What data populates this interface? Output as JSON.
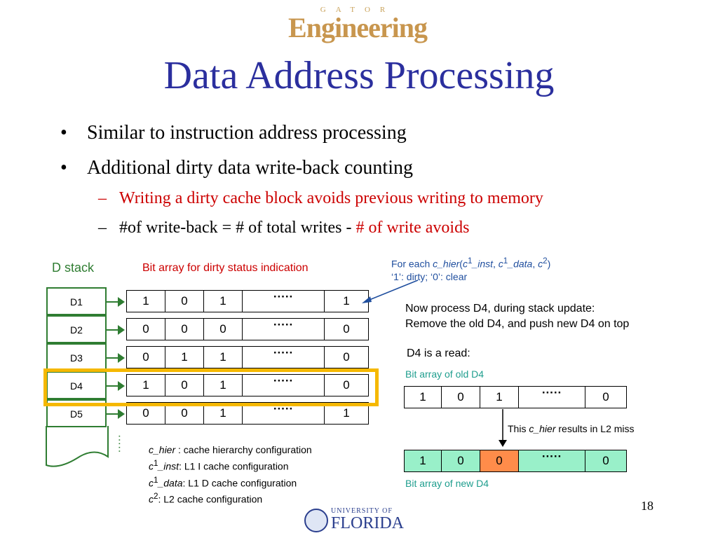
{
  "logo": {
    "top_small": "GATOR",
    "top_big": "Engineering",
    "bottom_small": "UNIVERSITY OF",
    "bottom_big": "FLORIDA"
  },
  "title": "Data Address Processing",
  "bullets": [
    "Similar to instruction address processing",
    "Additional dirty data write-back counting"
  ],
  "sub_bullets": {
    "first": "Writing a dirty cache block avoids previous writing to memory",
    "second_prefix": "#of write-back = # of total writes - ",
    "second_red": "# of write avoids"
  },
  "stack": {
    "label": "D stack",
    "items": [
      "D1",
      "D2",
      "D3",
      "D4",
      "D5"
    ],
    "more": "·····"
  },
  "bit_array_label": "Bit array for dirty status indication",
  "rows": [
    [
      "1",
      "0",
      "1",
      "·····",
      "1"
    ],
    [
      "0",
      "0",
      "0",
      "·····",
      "0"
    ],
    [
      "0",
      "1",
      "1",
      "·····",
      "0"
    ],
    [
      "1",
      "0",
      "1",
      "·····",
      "0"
    ],
    [
      "0",
      "0",
      "1",
      "·····",
      "1"
    ]
  ],
  "for_each": {
    "line1_prefix": "For each ",
    "c_hier": "c_hier",
    "open": "(",
    "c1": "c",
    "sup1": "1",
    "inst": "_inst",
    "comma1": ", ",
    "c1b": "c",
    "sup1b": "1",
    "data": "_data",
    "comma2": ", ",
    "c2": "c",
    "sup2": "2",
    "close": ")",
    "line2": "‘1’: dirty; ‘0’: clear"
  },
  "process_note": [
    "Now process D4, during stack update:",
    "Remove the old D4, and push new D4 on top"
  ],
  "d4_read": "D4 is a read:",
  "old_label": "Bit array of old D4",
  "old_row": [
    "1",
    "0",
    "1",
    "·····",
    "0"
  ],
  "miss_note": {
    "prefix": "This ",
    "c_hier": "c_hier",
    "suffix": " results in L2 miss"
  },
  "new_row": [
    "1",
    "0",
    "0",
    "·····",
    "0"
  ],
  "new_label": "Bit array of new D4",
  "legend": [
    {
      "term": "c_hier",
      "sup": "",
      "rest": " : cache hierarchy configuration"
    },
    {
      "term": "c",
      "sup": "1",
      "tail": "_inst",
      "rest": ":  L1 I cache configuration"
    },
    {
      "term": "c",
      "sup": "1",
      "tail": "_data",
      "rest": ": L1 D cache configuration"
    },
    {
      "term": "c",
      "sup": "2",
      "tail": "",
      "rest": ": L2 cache configuration"
    }
  ],
  "page_number": "18",
  "colors": {
    "title": "#2b2f9e",
    "red": "#cc0000",
    "blue_note": "#1f4e9e",
    "green": "#2f7d32",
    "highlight": "#f5b800",
    "new_fill": "#99f0c9",
    "changed_fill": "#ff8c4a"
  }
}
